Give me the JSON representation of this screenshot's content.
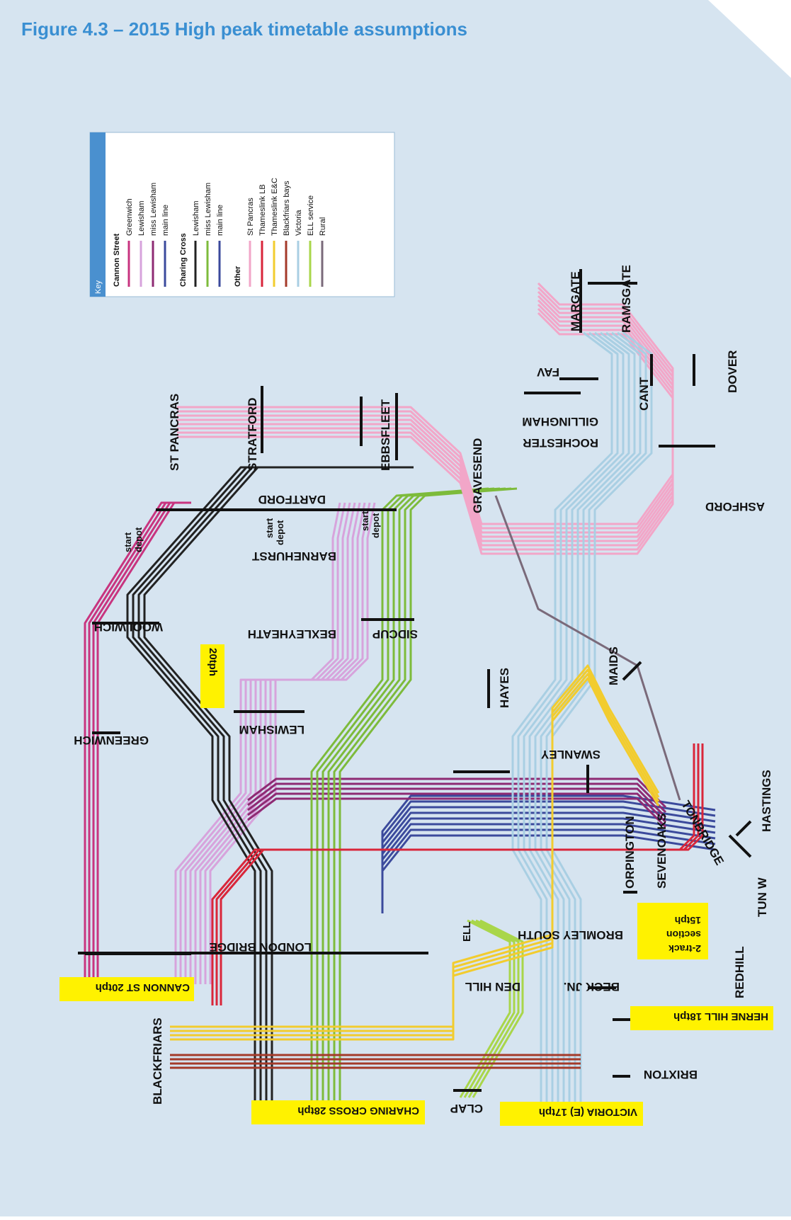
{
  "title": "Figure 4.3 – 2015 High peak timetable assumptions",
  "colors": {
    "background": "#d6e4f0",
    "title": "#3a8fd2",
    "greenwich": "#c8347f",
    "lewisham_cs": "#d7a3dc",
    "miss_lewisham_cs": "#8e2a73",
    "mainline_cs": "#3b4a9c",
    "lewisham_cx": "#222222",
    "miss_lewisham_cx": "#7dbb3b",
    "mainline_cx": "#3b4a9c",
    "st_pancras": "#f2a6c8",
    "thameslink_lb": "#d9263a",
    "thameslink_ec": "#f2cc2e",
    "blackfriars_bays": "#a43a2a",
    "victoria": "#a9cfe3",
    "ell": "#a9d64a",
    "rural": "#7a6a7a",
    "highlight": "#fff200"
  },
  "key": {
    "heading": "Key",
    "groups": [
      {
        "name": "Cannon Street",
        "items": [
          {
            "label": "Greenwich",
            "color": "#c8347f"
          },
          {
            "label": "Lewisham",
            "color": "#d7a3dc"
          },
          {
            "label": "miss Lewisham",
            "color": "#8e2a73"
          },
          {
            "label": "main line",
            "color": "#3b4a9c"
          }
        ]
      },
      {
        "name": "Charing Cross",
        "items": [
          {
            "label": "Lewisham",
            "color": "#222222"
          },
          {
            "label": "miss Lewisham",
            "color": "#7dbb3b"
          },
          {
            "label": "main line",
            "color": "#3b4a9c"
          }
        ]
      },
      {
        "name": "Other",
        "items": [
          {
            "label": "St Pancras",
            "color": "#f2a6c8"
          },
          {
            "label": "Thameslink LB",
            "color": "#d9263a"
          },
          {
            "label": "Thameslink E&C",
            "color": "#f2cc2e"
          },
          {
            "label": "Blackfriars bays",
            "color": "#a43a2a"
          },
          {
            "label": "Victoria",
            "color": "#a9cfe3"
          },
          {
            "label": "ELL service",
            "color": "#a9d64a"
          },
          {
            "label": "Rural",
            "color": "#7a6a7a"
          }
        ]
      }
    ]
  },
  "stations": {
    "st_pancras": "ST PANCRAS",
    "stratford": "STRATFORD",
    "ebbsfleet": "EBBSFLEET",
    "gravesend": "GRAVESEND",
    "margate": "MARGATE",
    "ramsgate": "RAMSGATE",
    "fav": "FAV",
    "cant": "CANT",
    "dover": "DOVER",
    "gillingham": "GILLINGHAM",
    "rochester": "ROCHESTER",
    "ashford": "ASHFORD",
    "dartford": "DARTFORD",
    "barnehurst": "BARNEHURST",
    "bexleyheath": "BEXLEYHEATH",
    "sidcup": "SIDCUP",
    "woolwich": "WOOLWICH",
    "greenwich": "GREENWICH",
    "lewisham": "LEWISHAM",
    "hayes": "HAYES",
    "maids": "MAIDS",
    "swanley": "SWANLEY",
    "orpington": "ORPINGTON",
    "sevenoaks": "SEVENOAKS",
    "tonbridge": "TONBRIDGE",
    "hastings": "HASTINGS",
    "tun_w": "TUN W",
    "redhill": "REDHILL",
    "london_bridge": "LONDON BRIDGE",
    "bromley_south": "BROMLEY SOUTH",
    "beck_jn": "BECK JN.",
    "den_hill": "DEN HILL",
    "ell": "ELL",
    "clap": "CLAP",
    "brixton": "BRIXTON",
    "blackfriars": "BLACKFRIARS"
  },
  "depot_labels": {
    "start": "start",
    "depot": "depot"
  },
  "callouts": {
    "cannon_st": "CANNON ST 20tph",
    "charing_cross": "CHARING CROSS 28tph",
    "victoria": "VICTORIA (E) 17tph",
    "herne_hill": "HERNE HILL 18tph",
    "lewisham_20": "20tph",
    "two_track_1": "2-track",
    "two_track_2": "section",
    "two_track_3": "15tph"
  }
}
